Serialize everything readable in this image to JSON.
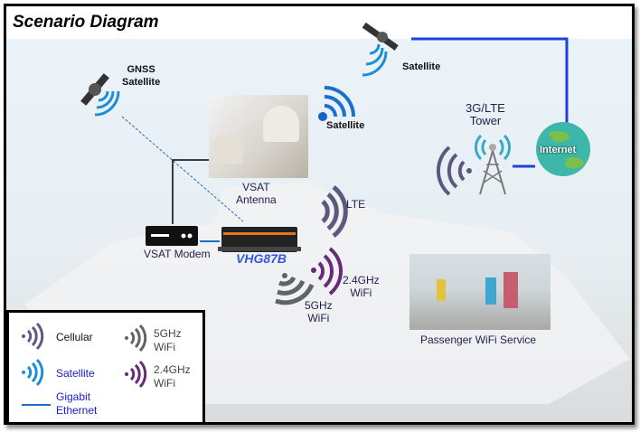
{
  "title": "Scenario Diagram",
  "nodes": {
    "gnss_satellite": "GNSS\nSatellite",
    "satellite_top": "Satellite",
    "satellite_mid": "Satellite",
    "tower": "3G/LTE\nTower",
    "internet": "Internet",
    "vsat_antenna": "VSAT\nAntenna",
    "vsat_modem": "VSAT Modem",
    "device": "VHG87B",
    "lte": "LTE",
    "wifi24": "2.4GHz\nWiFi",
    "wifi5": "5GHz\nWiFi",
    "passenger": "Passenger WiFi Service"
  },
  "legend": {
    "cellular": "Cellular",
    "satellite": "Satellite",
    "ethernet": "Gigabit\nEthernet",
    "wifi5": "5GHz\nWiFi",
    "wifi24": "2.4GHz\nWiFi"
  },
  "colors": {
    "ethernet": "#1f3fdc",
    "cellular": "#5b5a7e",
    "satellite": "#1a8fd6",
    "wifi5": "#5f6466",
    "wifi24": "#6a2a7a",
    "device_label": "#3357e0"
  }
}
